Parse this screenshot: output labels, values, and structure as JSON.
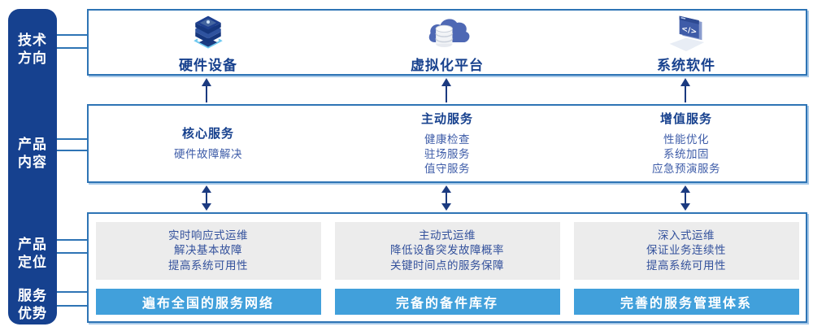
{
  "sidebar": {
    "labels": [
      {
        "text": "技术\n方向"
      },
      {
        "text": "产品\n内容"
      },
      {
        "text": "产品\n定位"
      },
      {
        "text": "服务\n优势"
      }
    ]
  },
  "tech": {
    "items": [
      {
        "icon": "server-stack-icon",
        "label": "硬件设备"
      },
      {
        "icon": "cloud-database-icon",
        "label": "虚拟化平台"
      },
      {
        "icon": "code-window-icon",
        "label": "系统软件"
      }
    ]
  },
  "content": {
    "columns": [
      {
        "title": "核心服务",
        "items": [
          "硬件故障解决"
        ]
      },
      {
        "title": "主动服务",
        "items": [
          "健康检查",
          "驻场服务",
          "值守服务"
        ]
      },
      {
        "title": "增值服务",
        "items": [
          "性能优化",
          "系统加固",
          "应急预演服务"
        ]
      }
    ]
  },
  "positioning": {
    "columns": [
      {
        "lines": [
          "实时响应式运维",
          "解决基本故障",
          "提高系统可用性"
        ],
        "banner": "遍布全国的服务网络"
      },
      {
        "lines": [
          "主动式运维",
          "降低设备突发故障概率",
          "关键时间点的服务保障"
        ],
        "banner": "完备的备件库存"
      },
      {
        "lines": [
          "深入式运维",
          "保证业务连续性",
          "提高系统可用性"
        ],
        "banner": "完善的服务管理体系"
      }
    ]
  },
  "colors": {
    "sidebar_bg": "#16418F",
    "panel_border": "#2E74B5",
    "title_text": "#17418E",
    "item_text": "#3E5CA8",
    "card_bg": "#ECECEC",
    "card_text": "#33519C",
    "banner_bg": "#41A0DB",
    "banner_text": "#FFFFFF",
    "arrow": "#1B3A80"
  }
}
